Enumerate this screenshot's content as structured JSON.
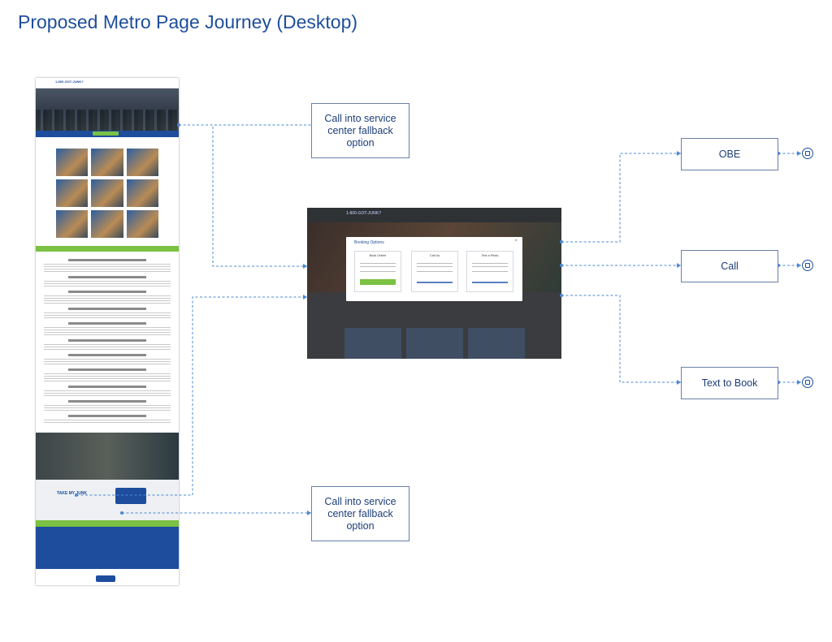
{
  "title": "Proposed Metro Page Journey (Desktop)",
  "boxes": {
    "call_top": "Call into service center fallback option",
    "call_bottom": "Call into service center fallback option",
    "obe": "OBE",
    "call": "Call",
    "text_to_book": "Text to Book"
  },
  "mockup": {
    "logo": "1-800-GOT-JUNK?",
    "section_title": "TAKE MY JUNK",
    "dialog_title": "Booking Options",
    "options": [
      "Book Online",
      "Call Us",
      "Text a Photo"
    ]
  },
  "colors": {
    "title": "#1f4e9c",
    "box_text": "#1d3e78",
    "connector": "#4a8ad4",
    "brand_blue": "#1d4d9c",
    "brand_green": "#7bc143"
  },
  "icons": {
    "end": "calendar-check-icon"
  }
}
